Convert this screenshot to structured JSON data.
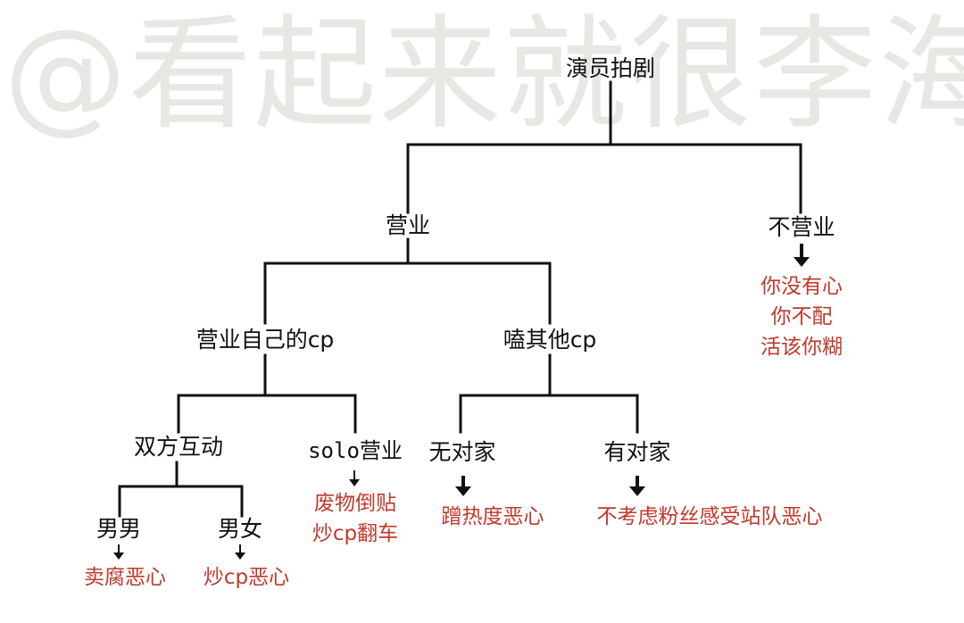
{
  "watermark": "@看起来就很李海",
  "colors": {
    "node_text": "#111111",
    "note_text": "#c0392b",
    "lines": "#111111",
    "watermark": "#e7e7e4"
  },
  "nodes": {
    "root": "演员拍剧",
    "promo": "营业",
    "no_promo": "不营业",
    "own_cp": "营业自己的cp",
    "other_cp": "嗑其他cp",
    "mutual": "双方互动",
    "solo": "solo营业",
    "no_partner": "无对家",
    "has_partner": "有对家",
    "male_male": "男男",
    "male_female": "男女"
  },
  "notes": {
    "no_promo": [
      "你没有心",
      "你不配",
      "活该你糊"
    ],
    "solo": [
      "废物倒贴",
      "炒cp翻车"
    ],
    "no_partner": [
      "蹭热度恶心"
    ],
    "has_partner": [
      "不考虑粉丝感受站队恶心"
    ],
    "male_male": [
      "卖腐恶心"
    ],
    "male_female": [
      "炒cp恶心"
    ]
  }
}
